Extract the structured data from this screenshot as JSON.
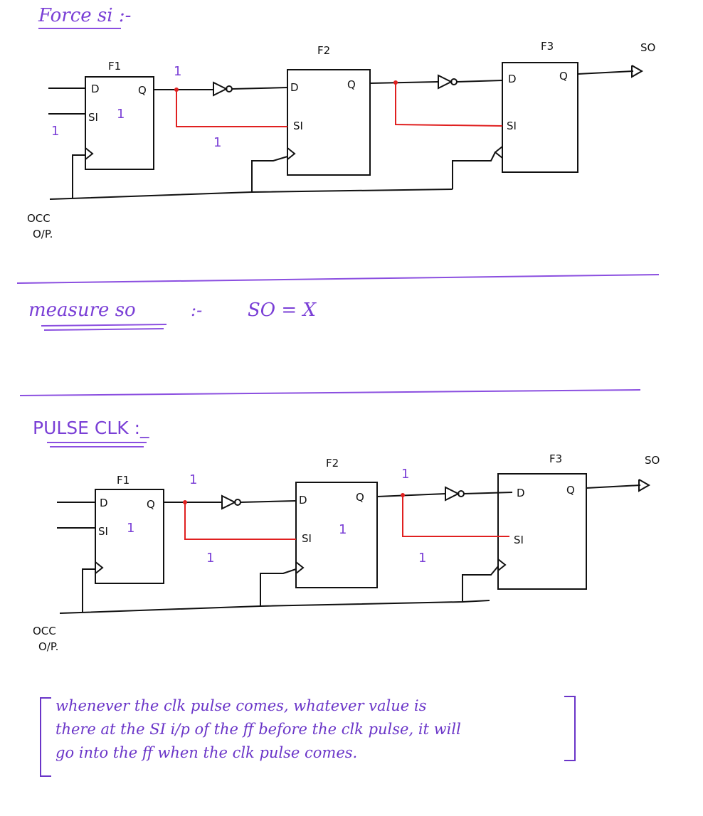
{
  "sections": {
    "force_si": {
      "title": "Force si :-"
    },
    "measure_so": {
      "title": "measure so",
      "separator": ":-",
      "result": "SO = X"
    },
    "pulse_clk": {
      "title": "PULSE CLK :_"
    }
  },
  "circuit_top": {
    "ff1": {
      "name": "F1",
      "d": "D",
      "si": "SI",
      "q": "Q"
    },
    "ff2": {
      "name": "F2",
      "d": "D",
      "si": "SI",
      "q": "Q"
    },
    "ff3": {
      "name": "F3",
      "d": "D",
      "si": "SI",
      "q": "Q"
    },
    "output": "SO",
    "clock_source": [
      "OCC",
      "O/P."
    ],
    "values": {
      "input_si": "1",
      "ff1_si": "1",
      "ff1_q": "1",
      "path_1": "1"
    }
  },
  "circuit_bottom": {
    "ff1": {
      "name": "F1",
      "d": "D",
      "si": "SI",
      "q": "Q"
    },
    "ff2": {
      "name": "F2",
      "d": "D",
      "si": "SI",
      "q": "Q"
    },
    "ff3": {
      "name": "F3",
      "d": "D",
      "si": "SI",
      "q": "Q"
    },
    "output": "SO",
    "clock_source": [
      "OCC",
      "O/P."
    ],
    "values": {
      "ff1_si": "1",
      "ff1_q": "1",
      "path_1": "1",
      "ff2_si": "1",
      "ff2_q": "1",
      "path_2": "1"
    }
  },
  "note": {
    "lines": [
      "whenever the clk pulse comes, whatever value is",
      "there at the SI i/p of the ff before the clk pulse, it will",
      "go into the ff when the clk pulse comes."
    ]
  },
  "colors": {
    "ink": "#111111",
    "accent": "#7a3fd6",
    "scan_path": "#e02020"
  }
}
